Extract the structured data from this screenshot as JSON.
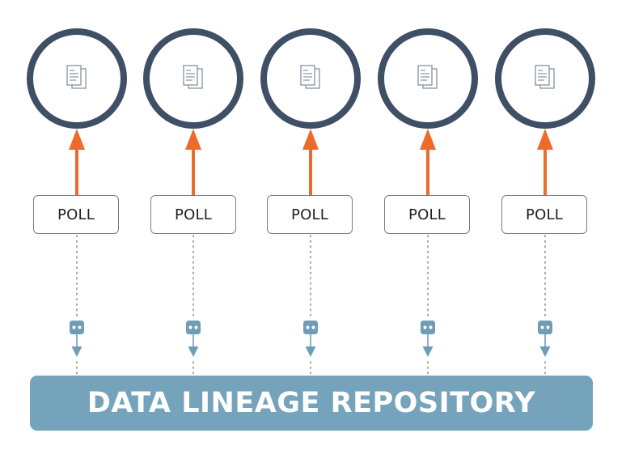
{
  "colors": {
    "circle_stroke": "#3f4f66",
    "arrow": "#ec6a2c",
    "repository": "#75a3bc",
    "connector": "#6f9db5",
    "dotted_line": "#8a8f96",
    "document_icon": "#8e9aa8"
  },
  "sources": [
    {
      "icon": "document-icon",
      "poll_label": "POLL"
    },
    {
      "icon": "document-icon",
      "poll_label": "POLL"
    },
    {
      "icon": "document-icon",
      "poll_label": "POLL"
    },
    {
      "icon": "document-icon",
      "poll_label": "POLL"
    },
    {
      "icon": "document-icon",
      "poll_label": "POLL"
    }
  ],
  "repository": {
    "label": "DATA LINEAGE REPOSITORY"
  }
}
